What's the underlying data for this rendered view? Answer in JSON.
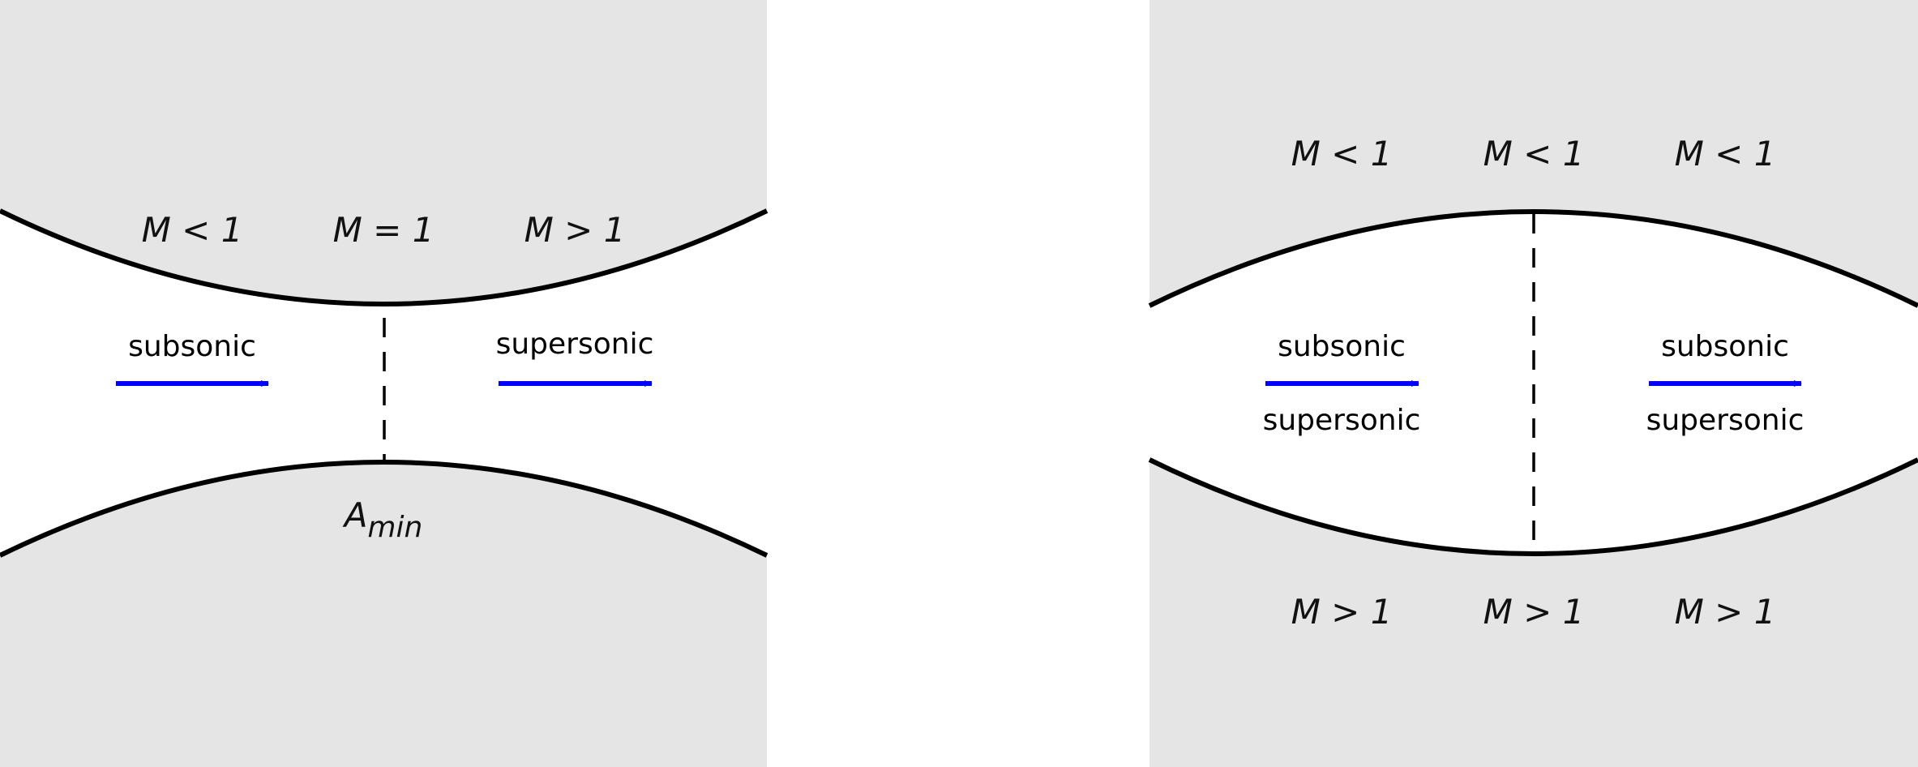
{
  "colors": {
    "background": "#ffffff",
    "wall_fill": "#e5e5e5",
    "wall_line": "#000000",
    "arrow": "#0000ff",
    "text": "#000000"
  },
  "nozzle": {
    "mach_labels": [
      "M < 1",
      "M = 1",
      "M > 1"
    ],
    "inlet_label": "subsonic",
    "outlet_label": "supersonic",
    "throat_label_base": "A",
    "throat_label_sub": "min"
  },
  "diffuser": {
    "top_mach_labels": [
      "M < 1",
      "M < 1",
      "M < 1"
    ],
    "bottom_mach_labels": [
      "M > 1",
      "M > 1",
      "M > 1"
    ],
    "flow_labels": [
      {
        "upper": "subsonic",
        "lower": "supersonic"
      },
      {
        "upper": "subsonic",
        "lower": "supersonic"
      }
    ]
  }
}
